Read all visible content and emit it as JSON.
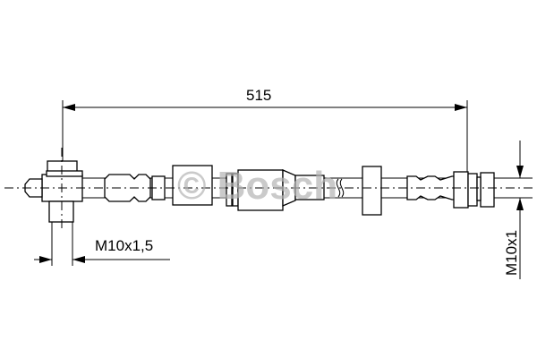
{
  "drawing": {
    "length_label": "515",
    "left_thread_label": "M10x1,5",
    "right_thread_label": "M10x1",
    "watermark": "© Bosch"
  }
}
